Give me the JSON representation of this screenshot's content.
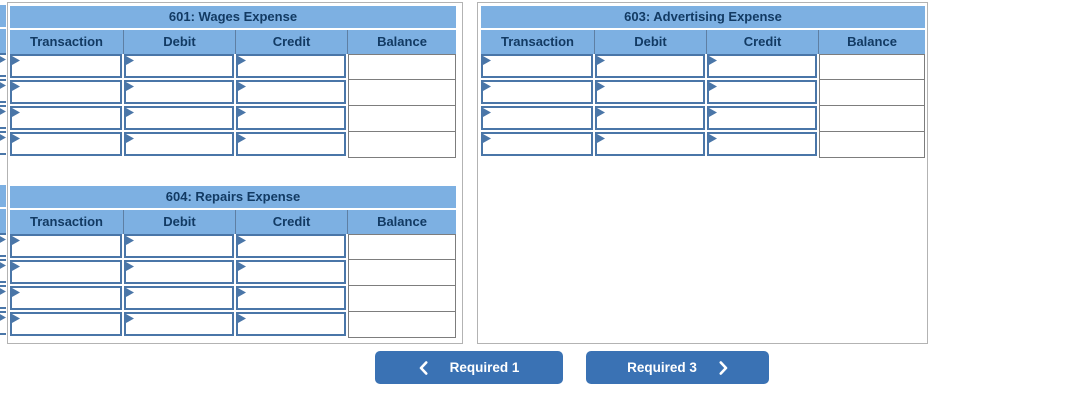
{
  "ledgers": [
    {
      "account_title": "601: Wages Expense",
      "columns": [
        "Transaction",
        "Debit",
        "Credit",
        "Balance"
      ],
      "rows": [
        {
          "transaction": "",
          "debit": "",
          "credit": "",
          "balance": ""
        },
        {
          "transaction": "",
          "debit": "",
          "credit": "",
          "balance": ""
        },
        {
          "transaction": "",
          "debit": "",
          "credit": "",
          "balance": ""
        },
        {
          "transaction": "",
          "debit": "",
          "credit": "",
          "balance": ""
        }
      ]
    },
    {
      "account_title": "603: Advertising Expense",
      "columns": [
        "Transaction",
        "Debit",
        "Credit",
        "Balance"
      ],
      "rows": [
        {
          "transaction": "",
          "debit": "",
          "credit": "",
          "balance": ""
        },
        {
          "transaction": "",
          "debit": "",
          "credit": "",
          "balance": ""
        },
        {
          "transaction": "",
          "debit": "",
          "credit": "",
          "balance": ""
        },
        {
          "transaction": "",
          "debit": "",
          "credit": "",
          "balance": ""
        }
      ]
    },
    {
      "account_title": "604: Repairs Expense",
      "columns": [
        "Transaction",
        "Debit",
        "Credit",
        "Balance"
      ],
      "rows": [
        {
          "transaction": "",
          "debit": "",
          "credit": "",
          "balance": ""
        },
        {
          "transaction": "",
          "debit": "",
          "credit": "",
          "balance": ""
        },
        {
          "transaction": "",
          "debit": "",
          "credit": "",
          "balance": ""
        },
        {
          "transaction": "",
          "debit": "",
          "credit": "",
          "balance": ""
        }
      ]
    }
  ],
  "navigation": {
    "prev_button": {
      "label": "Required 1",
      "chevron": "chevron-left-icon"
    },
    "next_button": {
      "label": "Required 3",
      "chevron": "chevron-right-icon"
    }
  },
  "icons": {
    "cell_marker": "triangle-right-icon"
  },
  "colors": {
    "header_blue": "#7db0e2",
    "cell_border_blue": "#4a76a8",
    "header_text_navy": "#123a63",
    "balance_grid_gray": "#7d7d7d",
    "panel_border_gray": "#b3b3b3",
    "button_blue": "#3a72b4",
    "button_text": "#ffffff",
    "page_background": "#ffffff"
  }
}
